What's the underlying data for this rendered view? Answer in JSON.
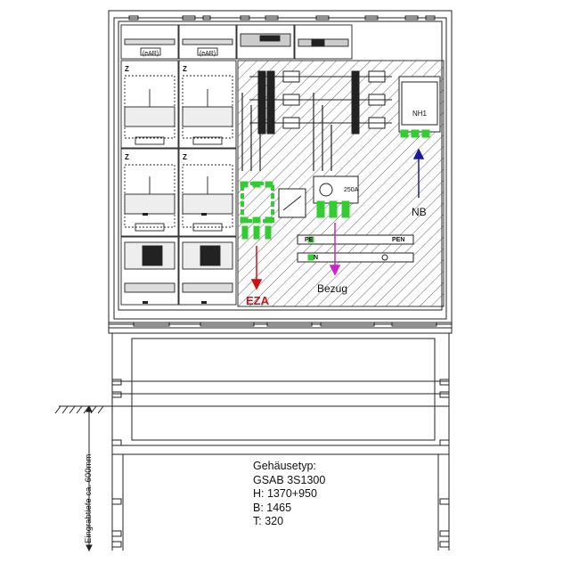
{
  "labels": {
    "ezk_1": "(eAR)",
    "ezk_2": "(eAR)",
    "z_1": "Z",
    "z_2": "Z",
    "z_3": "Z",
    "z_4": "Z",
    "nh1": "NH1",
    "breaker_250": "250A",
    "pe": "PE",
    "pen": "PEN",
    "n": "N",
    "nb": "NB",
    "ezb": "EZA",
    "bezug": "Bezug"
  },
  "housing_info": {
    "line1": "Gehäusetyp:",
    "line2": "GSAB 3S1300",
    "line3": "H: 1370+950",
    "line4": "B: 1465",
    "line5": "T: 320"
  },
  "ground_depth_label": "Eingrabtiefe ca. 600mm",
  "colors": {
    "green": "#33cc33",
    "red": "#cc1111",
    "blue": "#1a1a99",
    "magenta": "#cc22cc",
    "line": "#222222"
  }
}
